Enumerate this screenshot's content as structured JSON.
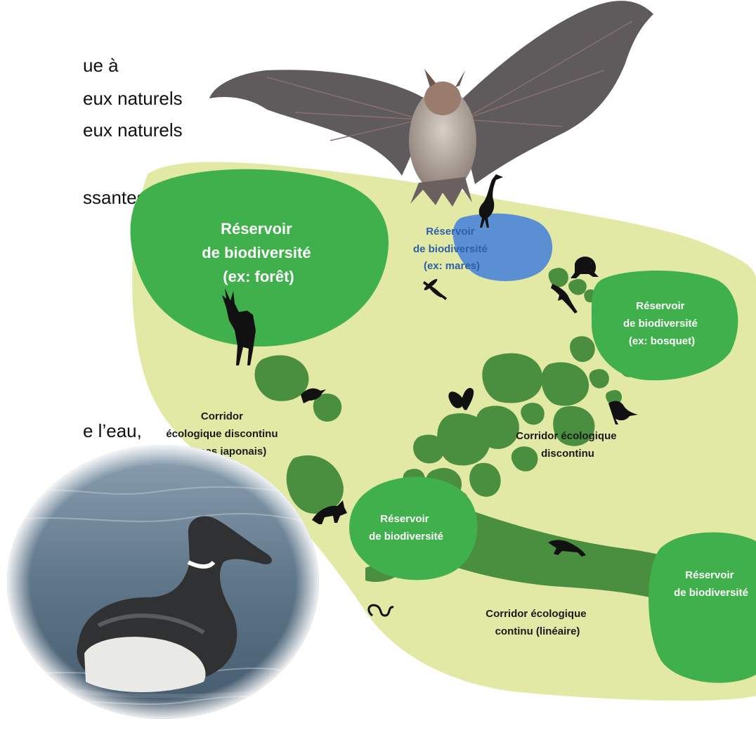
{
  "text_fragments": [
    "ue à",
    "eux naturels",
    "eux naturels",
    "ssantes",
    "e l’eau,"
  ],
  "labels": {
    "reservoir_foret": [
      "Réservoir",
      "de biodiversité",
      "(ex: forêt)"
    ],
    "reservoir_mares": [
      "Réservoir",
      "de biodiversité",
      "(ex: mares)"
    ],
    "reservoir_bosquet": [
      "Réservoir",
      "de biodiversité",
      "(ex: bosquet)"
    ],
    "reservoir_center": [
      "Réservoir",
      "de biodiversité"
    ],
    "reservoir_right": [
      "Réservoir",
      "de biodiversité"
    ],
    "corridor_japonais": [
      "Corridor",
      "écologique discontinu",
      "(en pas japonais)"
    ],
    "corridor_discontinu": [
      "Corridor écologique",
      "discontinu"
    ],
    "corridor_continu": [
      "Corridor écologique",
      "continu (linéaire)"
    ]
  },
  "colors": {
    "background_field": "#e2e9a4",
    "reservoir_green": "#3fb04b",
    "corridor_dark_green": "#4a8f3f",
    "pond_blue": "#5b8fd3",
    "silhouette": "#111111"
  },
  "icons": [
    "bat-photo",
    "goose-photo",
    "deer-icon",
    "heron-icon",
    "frog-icon",
    "lizard-icon",
    "dragonfly-icon",
    "butterfly-icon",
    "songbird-icon",
    "fox-icon",
    "marten-icon",
    "snake-icon"
  ]
}
